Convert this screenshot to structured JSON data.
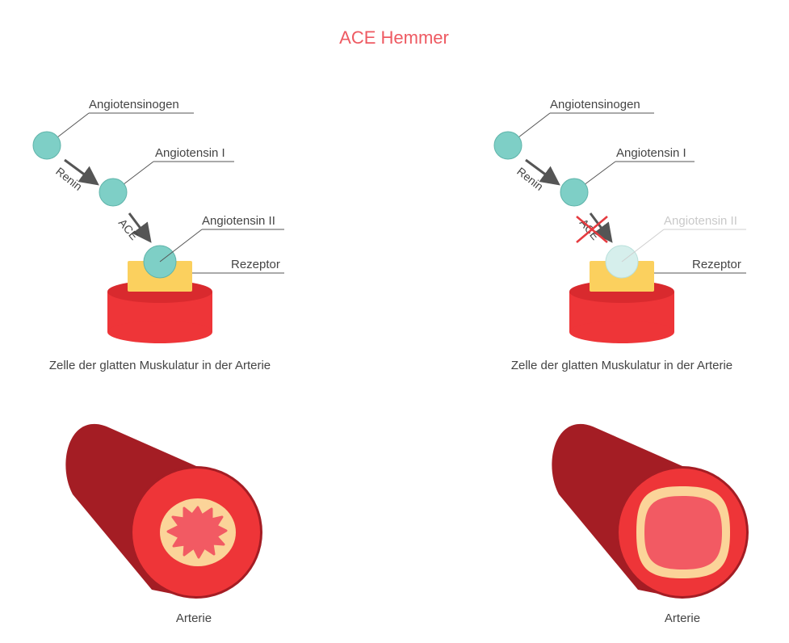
{
  "title": "ACE Hemmer",
  "colors": {
    "title": "#ee5a62",
    "molecule": "#7ecfc6",
    "molecule_faded": "#d6efec",
    "receptor": "#fbd05e",
    "cell": "#ee3538",
    "cell_dark": "#c8232d",
    "artery_outer": "#a41d24",
    "artery_ring": "#ee3538",
    "lumen_wall": "#fbd499",
    "lumen": "#f25a63",
    "inhibit_cross": "#e53a3f"
  },
  "left": {
    "angiotensinogen": "Angiotensinogen",
    "angiotensin1": "Angiotensin I",
    "angiotensin2": "Angiotensin II",
    "renin": "Renin",
    "ace": "ACE",
    "receptor": "Rezeptor",
    "cell_caption": "Zelle der glatten Muskulatur in der Arterie",
    "artery_caption": "Arterie"
  },
  "right": {
    "angiotensinogen": "Angiotensinogen",
    "angiotensin1": "Angiotensin I",
    "angiotensin2": "Angiotensin II",
    "renin": "Renin",
    "ace": "ACE",
    "receptor": "Rezeptor",
    "cell_caption": "Zelle der glatten Muskulatur in der Arterie",
    "artery_caption": "Arterie"
  }
}
